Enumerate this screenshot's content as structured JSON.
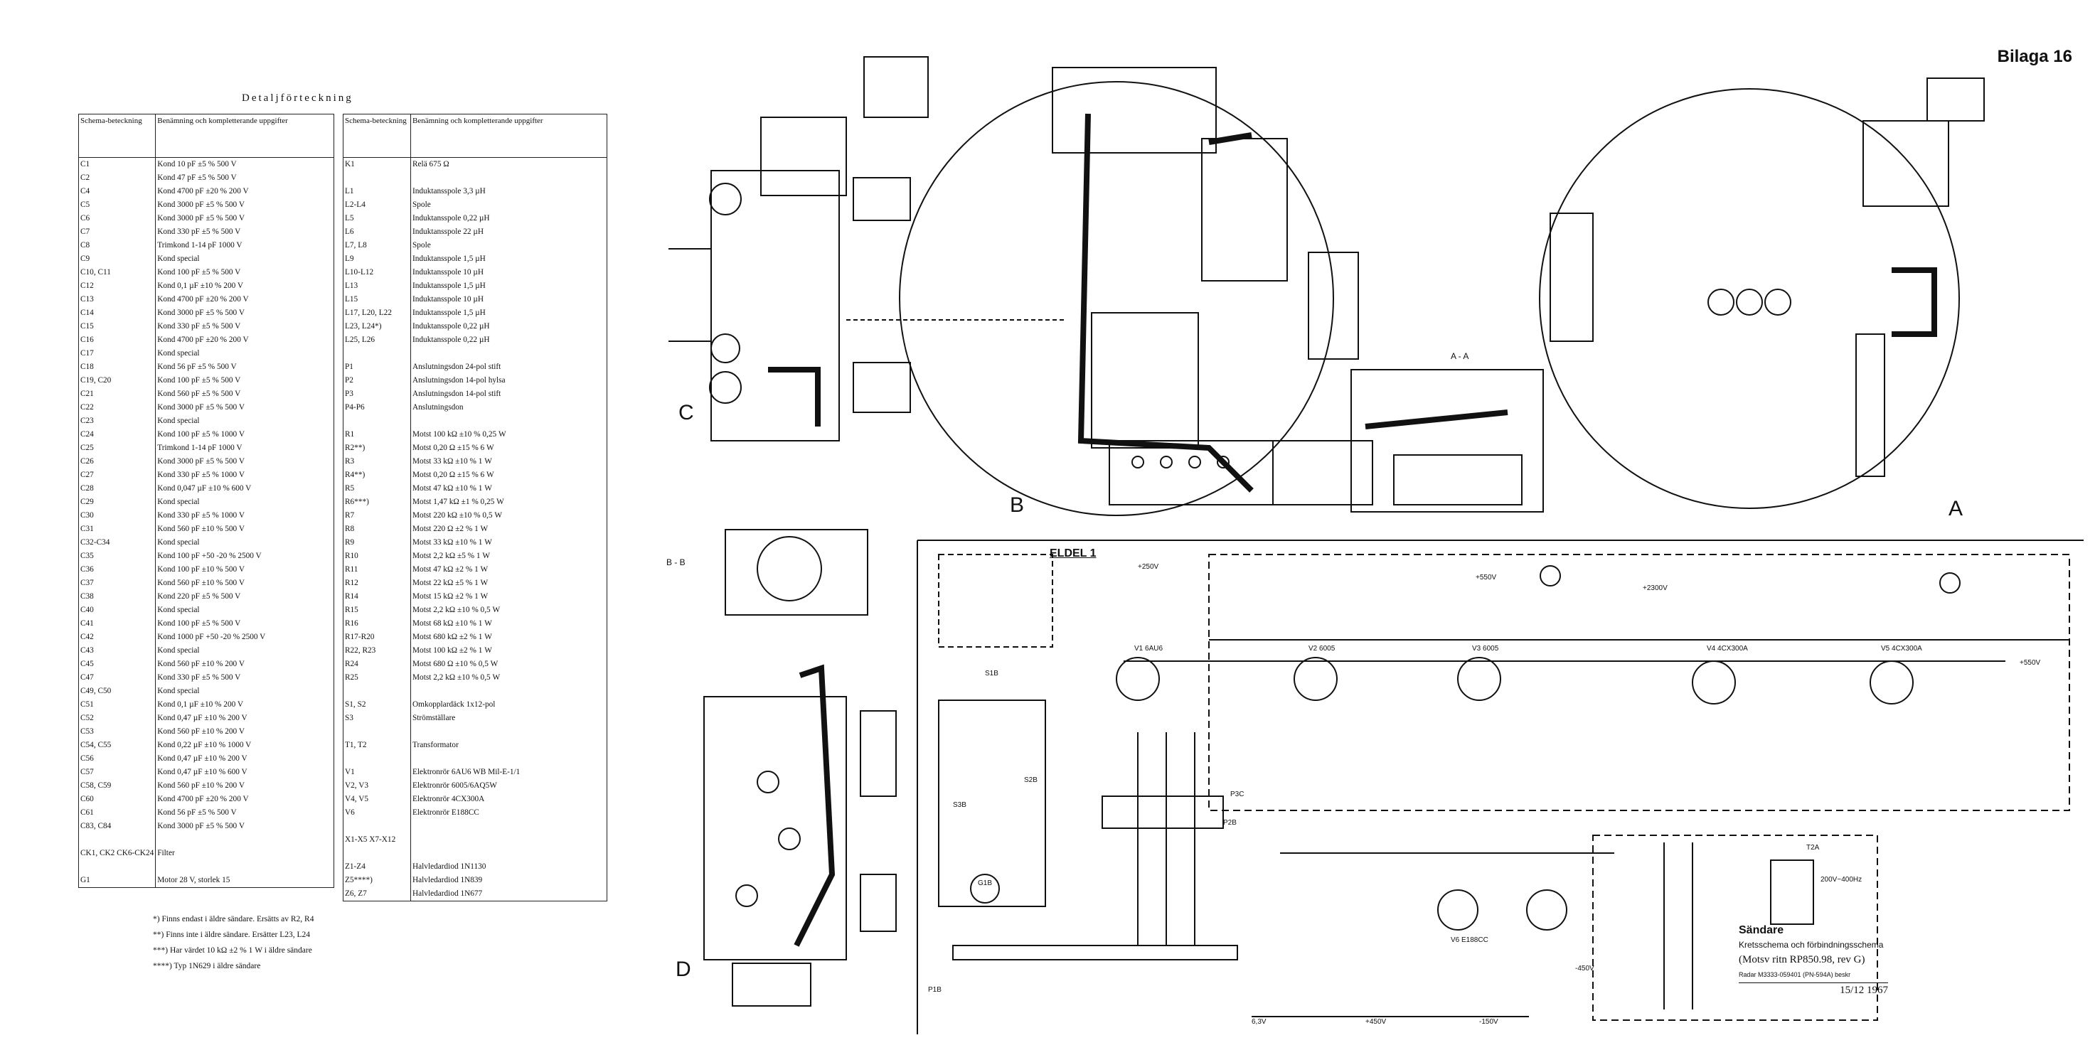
{
  "page": {
    "appendix": "Bilaga 16",
    "eldel": "ELDEL 1"
  },
  "parts_list": {
    "title": "Detaljförteckning",
    "header": {
      "designation": "Schema-beteckning",
      "description": "Benämning och kompletterande uppgifter"
    },
    "left_rows": [
      [
        "C1",
        "Kond   10 pF   ±5 %   500 V"
      ],
      [
        "C2",
        "Kond   47 pF   ±5 %   500 V"
      ],
      [
        "C4",
        "Kond  4700 pF  ±20 %  200 V"
      ],
      [
        "C5",
        "Kond  3000 pF  ±5 %   500 V"
      ],
      [
        "C6",
        "Kond  3000 pF  ±5 %   500 V"
      ],
      [
        "C7",
        "Kond   330 pF  ±5 %   500 V"
      ],
      [
        "C8",
        "Trimkond 1-14 pF      1000 V"
      ],
      [
        "C9",
        "Kond special"
      ],
      [
        "C10, C11",
        "Kond   100 pF  ±5 %   500 V"
      ],
      [
        "C12",
        "Kond   0,1 µF  ±10 %  200 V"
      ],
      [
        "C13",
        "Kond  4700 pF  ±20 %  200 V"
      ],
      [
        "C14",
        "Kond  3000 pF  ±5 %   500 V"
      ],
      [
        "C15",
        "Kond   330 pF  ±5 %   500 V"
      ],
      [
        "C16",
        "Kond  4700 pF  ±20 %  200 V"
      ],
      [
        "C17",
        "Kond special"
      ],
      [
        "C18",
        "Kond    56 pF  ±5 %   500 V"
      ],
      [
        "C19, C20",
        "Kond   100 pF  ±5 %   500 V"
      ],
      [
        "C21",
        "Kond   560 pF  ±5 %   500 V"
      ],
      [
        "C22",
        "Kond  3000 pF  ±5 %   500 V"
      ],
      [
        "C23",
        "Kond special"
      ],
      [
        "C24",
        "Kond   100 pF  ±5 %  1000 V"
      ],
      [
        "C25",
        "Trimkond 1-14 pF      1000 V"
      ],
      [
        "C26",
        "Kond  3000 pF  ±5 %   500 V"
      ],
      [
        "C27",
        "Kond   330 pF  ±5 %  1000 V"
      ],
      [
        "C28",
        "Kond 0,047 µF  ±10 %  600 V"
      ],
      [
        "C29",
        "Kond special"
      ],
      [
        "C30",
        "Kond   330 pF  ±5 %  1000 V"
      ],
      [
        "C31",
        "Kond   560 pF  ±10 %  500 V"
      ],
      [
        "C32-C34",
        "Kond special"
      ],
      [
        "C35",
        "Kond   100 pF  +50 -20 %  2500 V"
      ],
      [
        "C36",
        "Kond   100 pF  ±10 %  500 V"
      ],
      [
        "C37",
        "Kond   560 pF  ±10 %  500 V"
      ],
      [
        "C38",
        "Kond   220 pF  ±5 %   500 V"
      ],
      [
        "C40",
        "Kond special"
      ],
      [
        "C41",
        "Kond   100 pF  ±5 %   500 V"
      ],
      [
        "C42",
        "Kond  1000 pF  +50 -20 %  2500 V"
      ],
      [
        "C43",
        "Kond special"
      ],
      [
        "C45",
        "Kond   560 pF  ±10 %  200 V"
      ],
      [
        "C47",
        "Kond   330 pF  ±5 %   500 V"
      ],
      [
        "C49, C50",
        "Kond special"
      ],
      [
        "C51",
        "Kond   0,1 µF  ±10 %  200 V"
      ],
      [
        "C52",
        "Kond  0,47 µF  ±10 %  200 V"
      ],
      [
        "C53",
        "Kond   560 pF  ±10 %  200 V"
      ],
      [
        "C54, C55",
        "Kond  0,22 µF  ±10 %  1000 V"
      ],
      [
        "C56",
        "Kond  0,47 µF  ±10 %  200 V"
      ],
      [
        "C57",
        "Kond  0,47 µF  ±10 %  600 V"
      ],
      [
        "C58, C59",
        "Kond   560 pF  ±10 %  200 V"
      ],
      [
        "C60",
        "Kond  4700 pF  ±20 %  200 V"
      ],
      [
        "C61",
        "Kond    56 pF  ±5 %   500 V"
      ],
      [
        "C83, C84",
        "Kond  3000 pF  ±5 %   500 V"
      ],
      [
        "",
        ""
      ],
      [
        "CK1, CK2 CK6-CK24",
        "Filter"
      ],
      [
        "",
        ""
      ],
      [
        "G1",
        "Motor 28 V, storlek 15"
      ]
    ],
    "right_rows": [
      [
        "K1",
        "Relä  675 Ω"
      ],
      [
        "",
        ""
      ],
      [
        "L1",
        "Induktansspole  3,3 µH"
      ],
      [
        "L2-L4",
        "Spole"
      ],
      [
        "L5",
        "Induktansspole 0,22 µH"
      ],
      [
        "L6",
        "Induktansspole   22 µH"
      ],
      [
        "L7, L8",
        "Spole"
      ],
      [
        "L9",
        "Induktansspole  1,5 µH"
      ],
      [
        "L10-L12",
        "Induktansspole  10 µH"
      ],
      [
        "L13",
        "Induktansspole  1,5 µH"
      ],
      [
        "L15",
        "Induktansspole   10 µH"
      ],
      [
        "L17, L20, L22",
        "Induktansspole  1,5 µH"
      ],
      [
        "L23, L24*)",
        "Induktansspole 0,22 µH"
      ],
      [
        "L25, L26",
        "Induktansspole 0,22 µH"
      ],
      [
        "",
        ""
      ],
      [
        "P1",
        "Anslutningsdon 24-pol stift"
      ],
      [
        "P2",
        "Anslutningsdon 14-pol hylsa"
      ],
      [
        "P3",
        "Anslutningsdon 14-pol stift"
      ],
      [
        "P4-P6",
        "Anslutningsdon"
      ],
      [
        "",
        ""
      ],
      [
        "R1",
        "Motst  100 kΩ  ±10 %  0,25 W"
      ],
      [
        "R2**)",
        "Motst  0,20 Ω  ±15 %   6 W"
      ],
      [
        "R3",
        "Motst   33 kΩ  ±10 %   1 W"
      ],
      [
        "R4**)",
        "Motst  0,20 Ω  ±15 %   6 W"
      ],
      [
        "R5",
        "Motst   47 kΩ  ±10 %   1 W"
      ],
      [
        "R6***)",
        "Motst  1,47 kΩ   ±1 %  0,25 W"
      ],
      [
        "R7",
        "Motst  220 kΩ  ±10 %  0,5 W"
      ],
      [
        "R8",
        "Motst  220 Ω   ±2 %   1 W"
      ],
      [
        "R9",
        "Motst   33 kΩ  ±10 %   1 W"
      ],
      [
        "R10",
        "Motst  2,2 kΩ   ±5 %   1 W"
      ],
      [
        "R11",
        "Motst   47 kΩ   ±2 %   1 W"
      ],
      [
        "R12",
        "Motst   22 kΩ   ±5 %   1 W"
      ],
      [
        "R14",
        "Motst   15 kΩ   ±2 %   1 W"
      ],
      [
        "R15",
        "Motst  2,2 kΩ  ±10 %  0,5 W"
      ],
      [
        "R16",
        "Motst   68 kΩ  ±10 %   1 W"
      ],
      [
        "R17-R20",
        "Motst  680 kΩ   ±2 %   1 W"
      ],
      [
        "R22, R23",
        "Motst  100 kΩ   ±2 %   1 W"
      ],
      [
        "R24",
        "Motst  680 Ω  ±10 %  0,5 W"
      ],
      [
        "R25",
        "Motst  2,2 kΩ  ±10 %  0,5 W"
      ],
      [
        "",
        ""
      ],
      [
        "S1, S2",
        "Omkopplardäck 1x12-pol"
      ],
      [
        "S3",
        "Strömställare"
      ],
      [
        "",
        ""
      ],
      [
        "T1, T2",
        "Transformator"
      ],
      [
        "",
        ""
      ],
      [
        "V1",
        "Elektronrör 6AU6 WB Mil-E-1/1"
      ],
      [
        "V2, V3",
        "Elektronrör 6005/6AQ5W"
      ],
      [
        "V4, V5",
        "Elektronrör 4CX300A"
      ],
      [
        "V6",
        "Elektronrör E188CC"
      ],
      [
        "",
        ""
      ],
      [
        "X1-X5 X7-X12",
        ""
      ],
      [
        "",
        ""
      ],
      [
        "Z1-Z4",
        "Halvledardiod 1N1130"
      ],
      [
        "Z5****)",
        "Halvledardiod 1N839"
      ],
      [
        "Z6, Z7",
        "Halvledardiod 1N677"
      ]
    ],
    "notes": [
      "*) Finns endast i äldre sändare. Ersätts av R2, R4",
      "**) Finns inte i äldre sändare. Ersätter L23, L24",
      "***) Har värdet 10 kΩ ±2 % 1 W i äldre sändare",
      "****) Typ 1N629 i äldre sändare"
    ]
  },
  "views": {
    "a": "A",
    "b": "B",
    "c": "C",
    "d": "D",
    "bb": "B - B",
    "aa": "A - A"
  },
  "title_block": {
    "name": "Sändare",
    "subtitle": "Kretsschema och förbindningsschema",
    "reference": "(Motsv ritn RP850.98, rev G)",
    "radar": "Radar M3333-059401 (PN-594A) beskr",
    "date": "15/12 1967"
  },
  "schematic_labels": {
    "tubes": [
      "V1 6AU6",
      "V2 6005",
      "V3 6005",
      "V4 4CX300A",
      "V5 4CX300A",
      "V6 E188CC"
    ],
    "voltages": [
      "+250V",
      "+550V",
      "+2300V",
      "+550V",
      "-450V",
      "+450V",
      "-150V",
      "6,3V"
    ],
    "connectors": [
      "P1B",
      "P2B",
      "P3C",
      "S1B",
      "S2B",
      "S3B",
      "G1B",
      "T2A"
    ],
    "freq": "200V~400Hz"
  }
}
